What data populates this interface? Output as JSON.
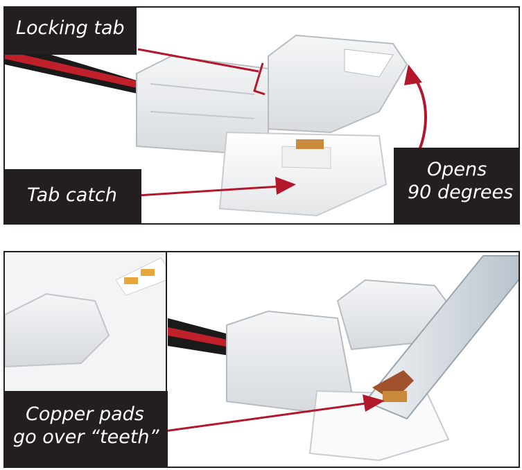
{
  "callouts": {
    "locking_tab": "Locking tab",
    "tab_catch": "Tab catch",
    "opens_line1": "Opens",
    "opens_line2": "90 degrees",
    "copper_line1": "Copper pads",
    "copper_line2": "go over “teeth”"
  },
  "colors": {
    "label_bg": "#231f20",
    "label_text": "#ffffff",
    "arrow": "#b3172b",
    "wire_red": "#c0202a",
    "wire_black": "#1a1a1a",
    "copper": "#c98a3e"
  },
  "icons": {
    "arrow": "red-pointer-arrow",
    "curved_arrow": "red-curved-arrow"
  }
}
